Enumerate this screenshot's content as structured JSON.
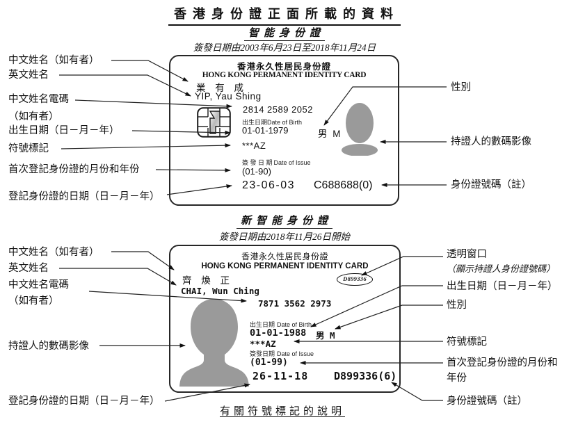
{
  "page": {
    "title": "香港身份證正面所載的資料",
    "footer_link": "有關符號標記的說明"
  },
  "colors": {
    "ink": "#111111",
    "photo_gray": "#9a9a9a"
  },
  "sections": [
    {
      "heading": "智能身份證",
      "issue_period": "簽發日期由2003年6月23日至2018年11月24日",
      "card": {
        "title_cn": "香港永久性居民身份證",
        "title_en": "HONG KONG PERMANENT IDENTITY CARD",
        "name_cn": "業 有 成",
        "name_en": "YIP, Yau Shing",
        "telecode": "2814 2589 2052",
        "dob_label_cn": "出生日期",
        "dob_label_en": "Date of Birth",
        "dob": "01-01-1979",
        "symbols": "***AZ",
        "doi_label_cn": "簽 發 日 期",
        "doi_label_en": "Date of Issue",
        "doi": "(01-90)",
        "gender": "男 M",
        "first_reg_date": "23-06-03",
        "id_number": "C688688(0)"
      },
      "labels_left": [
        "中文姓名（如有者）",
        "英文姓名",
        "中文姓名電碼",
        "（如有者）",
        "出生日期（日－月－年）",
        "符號標記",
        "首次登記身份證的月份和年份",
        "登記身份證的日期（日－月－年）"
      ],
      "labels_right": [
        "性別",
        "持證人的數碼影像",
        "身份證號碼（註）"
      ]
    },
    {
      "heading": "新智能身份證",
      "issue_period": "簽發日期由2018年11月26日開始",
      "card": {
        "title_cn": "香港永久性居民身份證",
        "title_en": "HONG KONG PERMANENT IDENTITY CARD",
        "window_number": "D899336",
        "name_cn": "齊 煥 正",
        "name_en": "CHAI, Wun Ching",
        "telecode": "7871 3562 2973",
        "dob_label_cn": "出生日期",
        "dob_label_en": "Date of Birth",
        "dob": "01-01-1988",
        "gender": "男 M",
        "symbols": "***AZ",
        "doi_label_cn": "簽發日期",
        "doi_label_en": "Date of Issue",
        "doi": "(01-99)",
        "first_reg_date": "26-11-18",
        "id_number": "D899336(6)"
      },
      "labels_left": [
        "中文姓名（如有者）",
        "英文姓名",
        "中文姓名電碼",
        "（如有者）",
        "持證人的數碼影像",
        "登記身份證的日期（日－月－年）"
      ],
      "labels_right": [
        "透明窗口",
        "（顯示持證人身份證號碼）",
        "出生日期（日－月－年）",
        "性別",
        "符號標記",
        "首次登記身份證的月份和",
        "年份",
        "身份證號碼（註）"
      ]
    }
  ]
}
